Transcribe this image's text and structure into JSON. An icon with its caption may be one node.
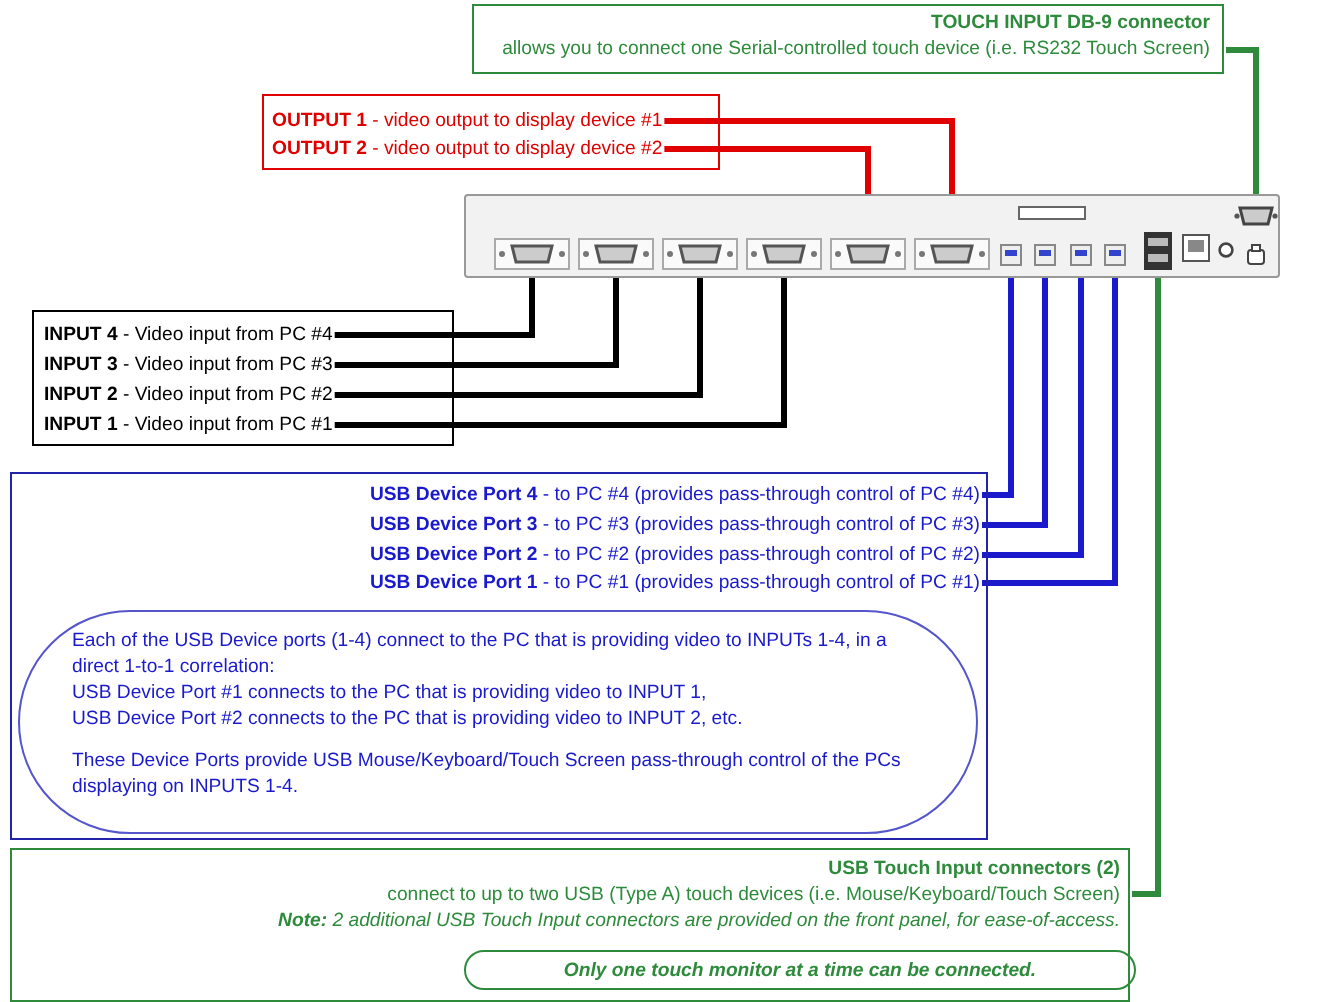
{
  "diagram": {
    "nodes": [
      {
        "text": [
          "TOUCH INPUT DB-9 connector",
          "allows you to connect one Serial-controlled touch device (i.e. RS232 Touch Screen)"
        ]
      },
      {
        "text": [],
        "shape": "box"
      },
      {
        "text": [
          "**OUTPUT 1** - video output to display device #1"
        ],
        "in": 1
      },
      {
        "text": [
          "**OUTPUT 2** - video output to display device #2"
        ],
        "in": 1
      },
      {
        "text": [],
        "shape": "box"
      },
      {
        "text": [],
        "shape": "box",
        "in": 4
      },
      {
        "text": [],
        "shape": "box",
        "in": 4
      },
      {
        "text": [],
        "shape": "box",
        "in": 4
      },
      {
        "text": [],
        "shape": "box",
        "in": 4
      },
      {
        "text": [],
        "shape": "box",
        "in": 4
      },
      {
        "text": [],
        "shape": "box",
        "in": 4
      },
      {
        "text": [],
        "shape": "box",
        "in": 4
      },
      {
        "text": [],
        "shape": "box",
        "in": 4
      },
      {
        "text": [],
        "shape": "box",
        "in": 4
      },
      {
        "text": [],
        "shape": "box",
        "in": 4
      },
      {
        "text": [],
        "shape": "box",
        "in": 4
      },
      {
        "text": [],
        "shape": "box",
        "in": 4
      },
      {
        "text": [],
        "shape": "box"
      },
      {
        "text": [
          "**INPUT 4** - Video input from PC #4"
        ],
        "in": 17
      },
      {
        "text": [
          "**INPUT 3** - Video input from PC #3"
        ],
        "in": 17
      },
      {
        "text": [
          "**INPUT 2** - Video input from PC #2"
        ],
        "in": 17
      },
      {
        "text": [
          "**INPUT 1** - Video input from PC #1"
        ],
        "in": 17
      },
      {
        "text": [],
        "shape": "box"
      },
      {
        "text": [
          "**USB Device Port 4** - to PC #4 (provides pass-through control of PC #4)"
        ],
        "in": 22
      },
      {
        "text": [
          "**USB Device Port 3** - to PC #3 (provides pass-through control of PC #3)"
        ],
        "in": 22
      },
      {
        "text": [
          "**USB Device Port 2** - to PC #2 (provides pass-through control of PC #2)"
        ],
        "in": 22
      },
      {
        "text": [
          "**USB Device Port 1** - to PC #1 (provides pass-through control of PC #1)"
        ],
        "in": 22
      },
      {
        "text": [
          "Each of the USB Device ports (1-4) connect to the PC that is providing video to INPUTs 1-4, in a direct 1-to-1 correlation:",
          "USB Device Port #1 connects to the PC that is providing video to INPUT 1,",
          "USB Device Port #2 connects to the PC that is providing video to INPUT 2, etc.",
          "These Device Ports provide USB Mouse/Keyboard/Touch Screen pass-through control of the PCs displaying on INPUTS 1-4."
        ],
        "in": 22
      },
      {
        "text": [
          "USB Touch Input connectors (2)",
          "connect to up to two USB (Type A) touch devices (i.e. Mouse/Keyboard/Touch Screen)",
          "**Note:** 2 additional USB Touch Input connectors are provided on the front panel, for ease-of-access."
        ]
      },
      {
        "text": [
          "Only one touch monitor at a time can be connected."
        ],
        "in": 28
      }
    ],
    "edges": [
      {
        "from": 0,
        "to": 5,
        "arrow": "none",
        "color": "#2e8b3c"
      },
      {
        "from": 2,
        "to": 11,
        "arrow": "none",
        "color": "#e00000"
      },
      {
        "from": 3,
        "to": 10,
        "arrow": "none",
        "color": "#e00000"
      },
      {
        "from": 18,
        "to": 6,
        "arrow": "none",
        "color": "#000000"
      },
      {
        "from": 19,
        "to": 7,
        "arrow": "none",
        "color": "#000000"
      },
      {
        "from": 20,
        "to": 8,
        "arrow": "none",
        "color": "#000000"
      },
      {
        "from": 21,
        "to": 9,
        "arrow": "none",
        "color": "#000000"
      },
      {
        "from": 23,
        "to": 12,
        "arrow": "none",
        "color": "#1a1acc"
      },
      {
        "from": 24,
        "to": 13,
        "arrow": "none",
        "color": "#1a1acc"
      },
      {
        "from": 25,
        "to": 14,
        "arrow": "none",
        "color": "#1a1acc"
      },
      {
        "from": 26,
        "to": 15,
        "arrow": "none",
        "color": "#1a1acc"
      },
      {
        "from": 28,
        "to": 16,
        "arrow": "none",
        "color": "#2e8b3c"
      }
    ]
  }
}
